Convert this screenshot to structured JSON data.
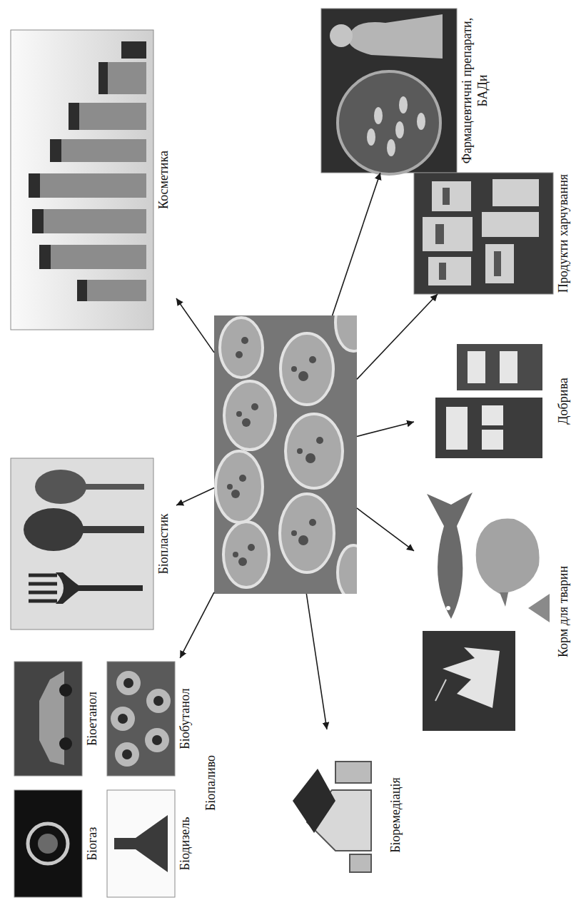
{
  "diagram": {
    "nodes": [
      {
        "text": []
      },
      {
        "text": [
          "Косметика"
        ]
      },
      {
        "text": [
          "Фармацевтичні препарати, БАДи"
        ]
      },
      {
        "text": [
          "Продукти харчування"
        ]
      },
      {
        "text": [
          "Добрива"
        ]
      },
      {
        "text": [
          "Корм для тварин"
        ]
      },
      {
        "text": [
          "Біопаливо"
        ]
      },
      {
        "text": [
          "Біогаз"
        ],
        "in": 6
      },
      {
        "text": [
          "Біоетанол"
        ],
        "in": 6
      },
      {
        "text": [
          "Біодизель"
        ],
        "in": 6
      },
      {
        "text": [
          "Біобутанол"
        ],
        "in": 6
      },
      {
        "text": [
          "Біопластик"
        ]
      },
      {
        "text": [
          "Біоремедіація"
        ]
      }
    ],
    "edges": [
      {
        "from": 0,
        "to": 1,
        "arrow": "to"
      },
      {
        "from": 0,
        "to": 2,
        "arrow": "to"
      },
      {
        "from": 0,
        "to": 3,
        "arrow": "to"
      },
      {
        "from": 0,
        "to": 4,
        "arrow": "to"
      },
      {
        "from": 0,
        "to": 5,
        "arrow": "to"
      },
      {
        "from": 0,
        "to": 6,
        "arrow": "to"
      },
      {
        "from": 0,
        "to": 11,
        "arrow": "to"
      },
      {
        "from": 0,
        "to": 12,
        "arrow": "to"
      }
    ]
  }
}
